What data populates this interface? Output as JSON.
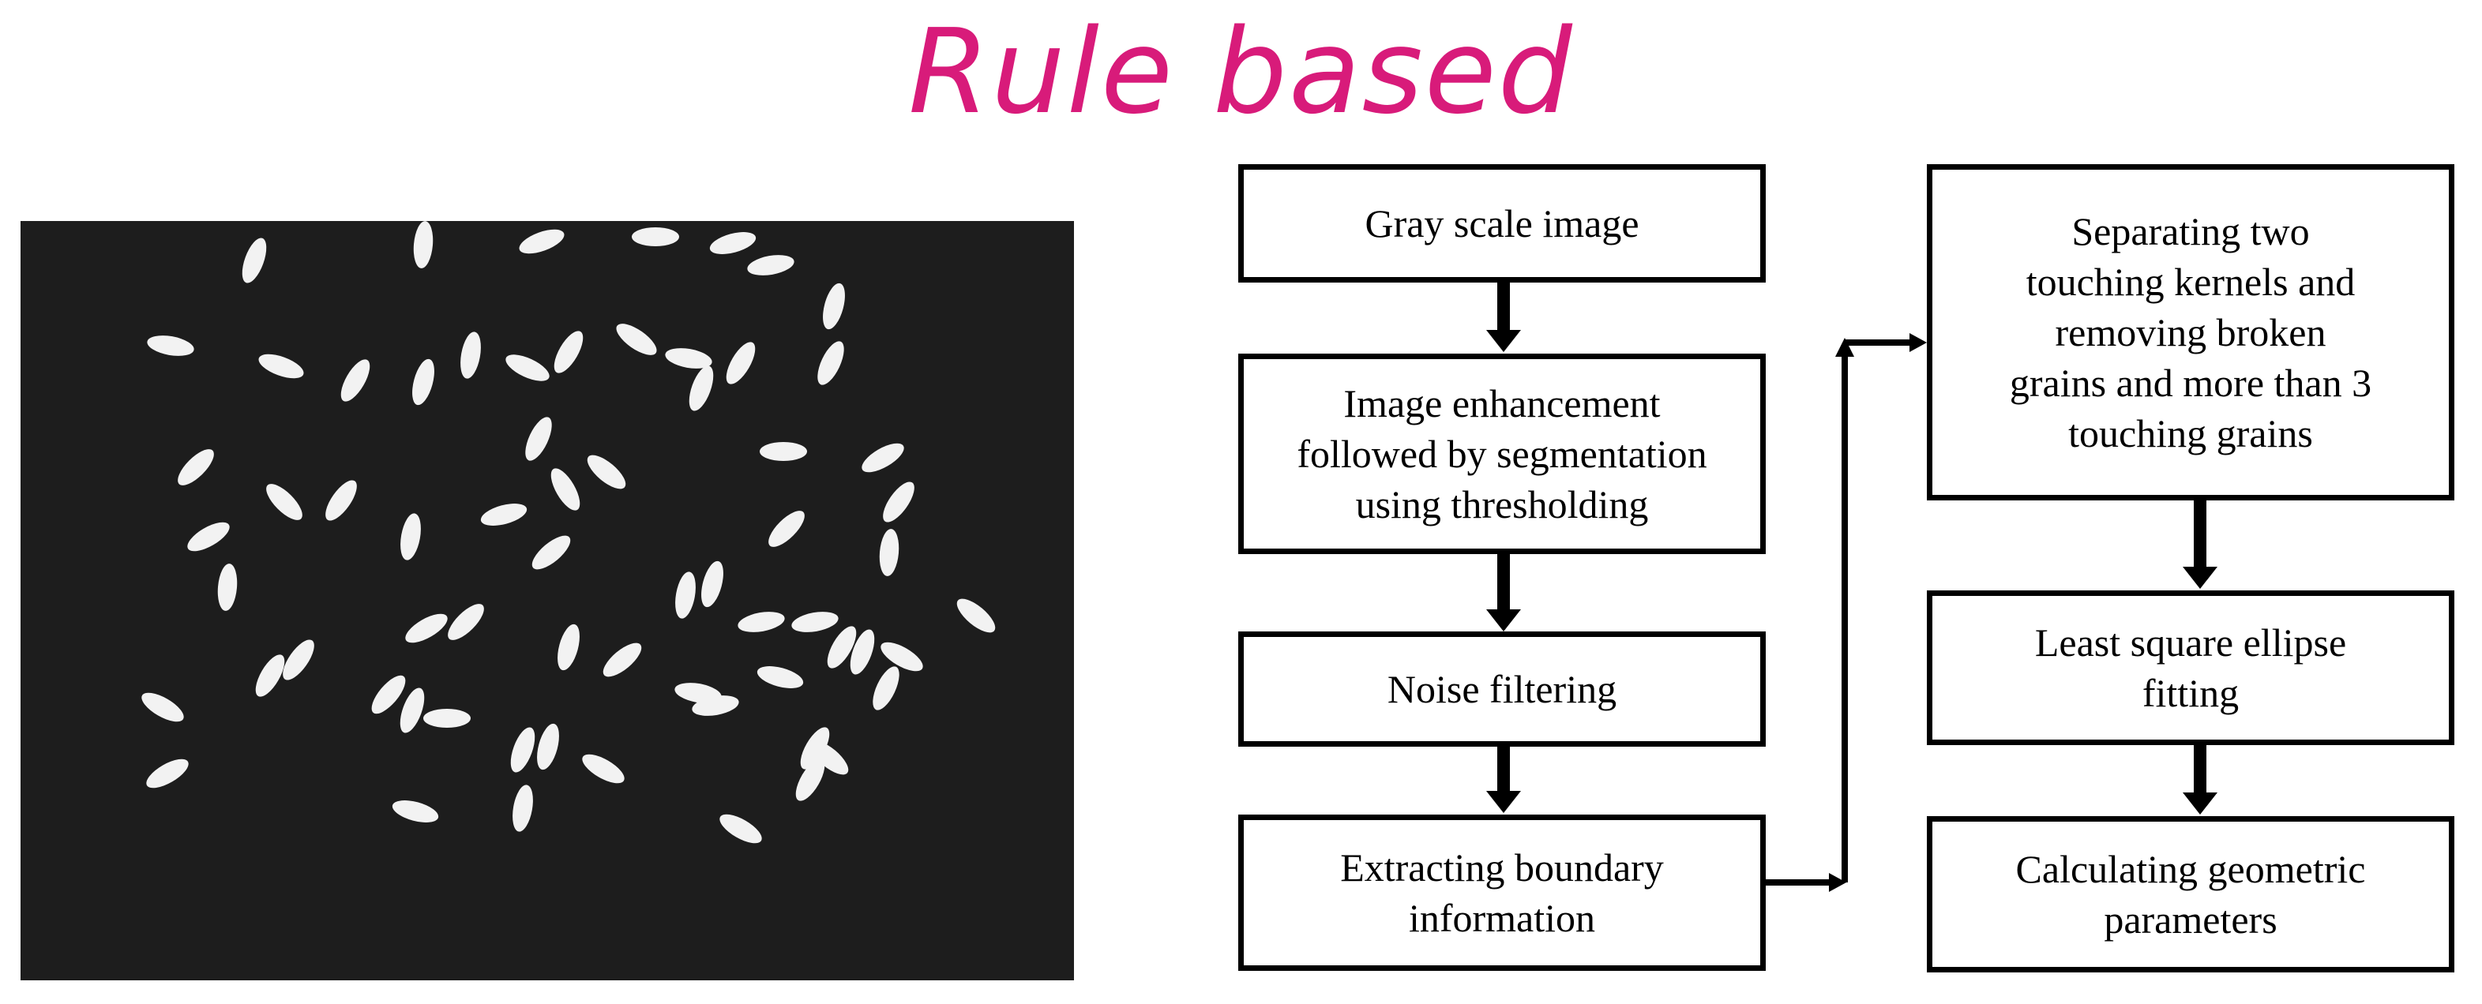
{
  "title": "Rule based",
  "colors": {
    "title": "#d81b7a",
    "photo_background": "#1d1d1d",
    "rice_grain": "#f2f2f2",
    "box_border": "#000000",
    "arrow": "#000000"
  },
  "image": {
    "description_icon": "rice-grains-photo"
  },
  "flow": {
    "steps": [
      "Gray scale image",
      "Image enhancement\nfollowed by segmentation\nusing thresholding",
      "Noise filtering",
      "Extracting boundary\ninformation",
      "Separating two\ntouching kernels and\nremoving broken\ngrains and more than 3\ntouching grains",
      "Least square ellipse\nfitting",
      "Calculating geometric\nparameters"
    ]
  }
}
